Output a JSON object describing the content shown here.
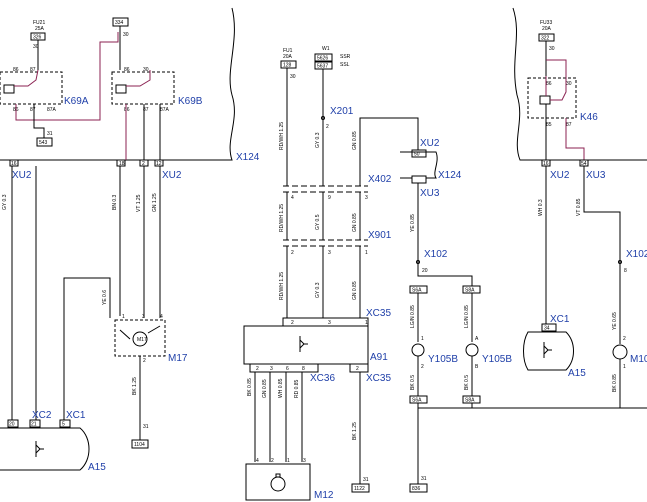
{
  "labels": {
    "fu21": "FU21",
    "fu21_a": "25A",
    "c326": "326",
    "n30a": "30",
    "c334": "334",
    "n30b": "30",
    "k69a": "K69A",
    "k69b": "K69B",
    "c543": "543",
    "n31": "31",
    "r86": "86",
    "r87": "87",
    "r85": "85",
    "r87a": "87A",
    "r30": "30",
    "x124": "X124",
    "p16a": "16",
    "p18": "18",
    "p2a": "2",
    "p12": "12",
    "xu2a": "XU2",
    "xu2b": "XU2",
    "gy03": "GY 0.3",
    "bn03": "BN 0.3",
    "vt125": "VT 1.25",
    "gn125": "GN 1.25",
    "m17": "M17",
    "ye06": "YE 0.6",
    "p1": "1",
    "p2": "2",
    "p3": "3",
    "p4": "4",
    "bk125": "BK 1.25",
    "c1104": "1104",
    "xc2": "XC2",
    "xc1": "XC1",
    "p20": "20",
    "p21": "21",
    "p5": "5",
    "a15": "A15",
    "fu1": "FU1",
    "fu1_a": "20A",
    "c128": "128",
    "n30c": "30",
    "w1": "W1",
    "ssr": "SSR",
    "ssl": "SSL",
    "c5626": "5626",
    "c5637": "5637",
    "x201": "X201",
    "x402": "X402",
    "x901": "X901",
    "rdwh125": "RD/WH 1.25",
    "gy03b": "GY 0.3",
    "gn085": "GN 0.85",
    "gy05": "GY 0.5",
    "gn085b": "GN 0.85",
    "gn085c": "GN 0.85",
    "p9": "9",
    "xc35a": "XC35",
    "xc35b": "XC35",
    "a91": "A91",
    "xc36": "XC36",
    "bk085": "BK 0.85",
    "gn085d": "GN 0.85",
    "whgn": "WH 0.85",
    "rd085": "RD 0.85",
    "p6": "6",
    "p8": "8",
    "m12": "M12",
    "bk125b": "BK 1.25",
    "c1122": "1122",
    "xu2c": "XU2",
    "xu3a": "XU3",
    "x124b": "X124",
    "p50": "50",
    "ye085": "YE 0.85",
    "x102a": "X102",
    "s6a": "S6A",
    "s8a": "S8A",
    "lgn085": "LG/N 0.85",
    "lgn085b": "LG/N 0.85",
    "y105b1": "Y105B",
    "y105b2": "Y105B",
    "pa": "A",
    "pb": "B",
    "bk05": "BK 0.5",
    "bk05b": "BK 0.5",
    "c836": "836",
    "fu33": "FU33",
    "fu33_a": "20A",
    "c322": "322",
    "k46": "K46",
    "p16b": "16",
    "p54": "54",
    "xu2d": "XU2",
    "xu3b": "XU3",
    "wh03": "WH 0.3",
    "vt085": "VT 0.85",
    "x102b": "X102",
    "xc1b": "XC1",
    "p34": "34",
    "a15b": "A15",
    "ye065": "YE 0.65",
    "m10": "M10",
    "bk085b": "BK 0.85",
    "p8b": "8"
  }
}
